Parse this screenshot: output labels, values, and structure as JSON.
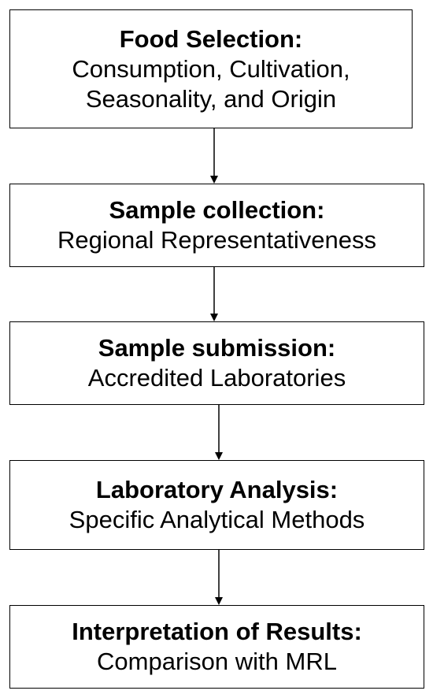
{
  "steps": [
    {
      "title": "Food Selection:",
      "desc_lines": [
        "Consumption, Cultivation,",
        "Seasonality, and Origin"
      ]
    },
    {
      "title": "Sample collection:",
      "desc_lines": [
        "Regional Representativeness"
      ]
    },
    {
      "title": "Sample submission:",
      "desc_lines": [
        "Accredited Laboratories"
      ]
    },
    {
      "title": "Laboratory Analysis:",
      "desc_lines": [
        "Specific Analytical Methods"
      ]
    },
    {
      "title": "Interpretation of Results:",
      "desc_lines": [
        "Comparison with MRL"
      ]
    }
  ],
  "colors": {
    "border": "#000000",
    "text": "#000000",
    "background": "#ffffff"
  }
}
